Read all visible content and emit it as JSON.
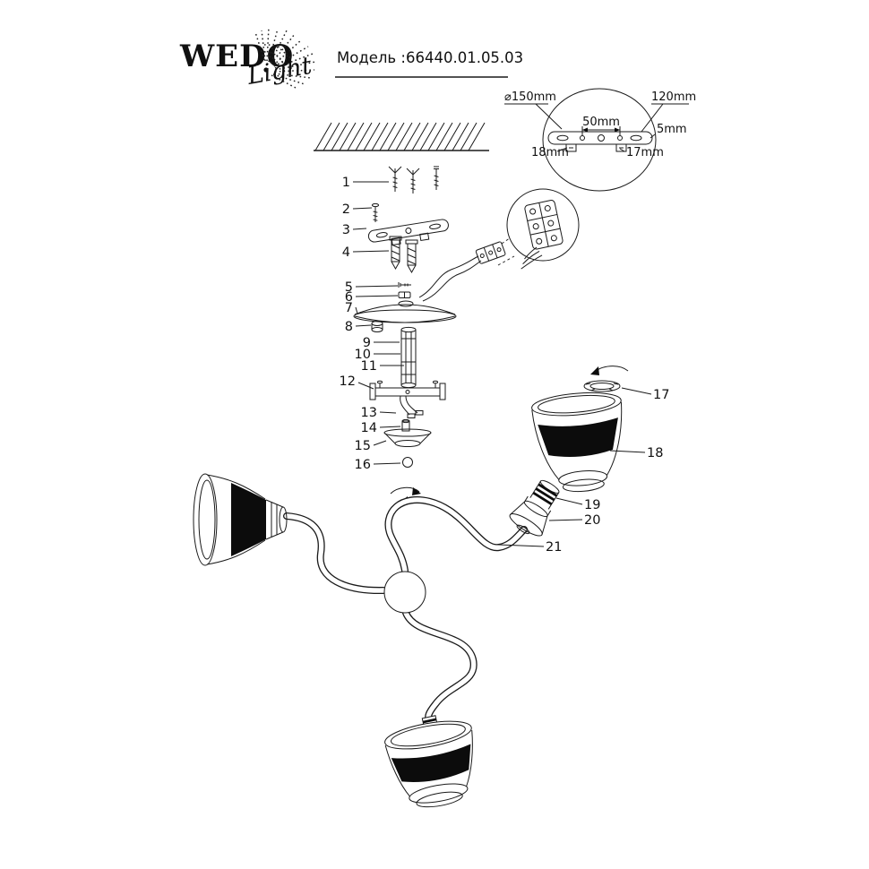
{
  "header": {
    "brand": "WEDO",
    "brand_script": "Light",
    "model": "Модель :66440.01.05.03"
  },
  "callout": {
    "diameter": "⌀150mm",
    "plate_length": "120mm",
    "hole_spacing": "50mm",
    "thickness": "5mm",
    "left_tab": "18mm",
    "right_tab": "17mm"
  },
  "part_numbers": [
    "1",
    "2",
    "3",
    "4",
    "5",
    "6",
    "7",
    "8",
    "9",
    "10",
    "11",
    "12",
    "13",
    "14",
    "15",
    "16",
    "17",
    "18",
    "19",
    "20",
    "21"
  ],
  "colors": {
    "line": "#1a1a1a",
    "band": "#0c0c0c",
    "background": "#ffffff"
  }
}
